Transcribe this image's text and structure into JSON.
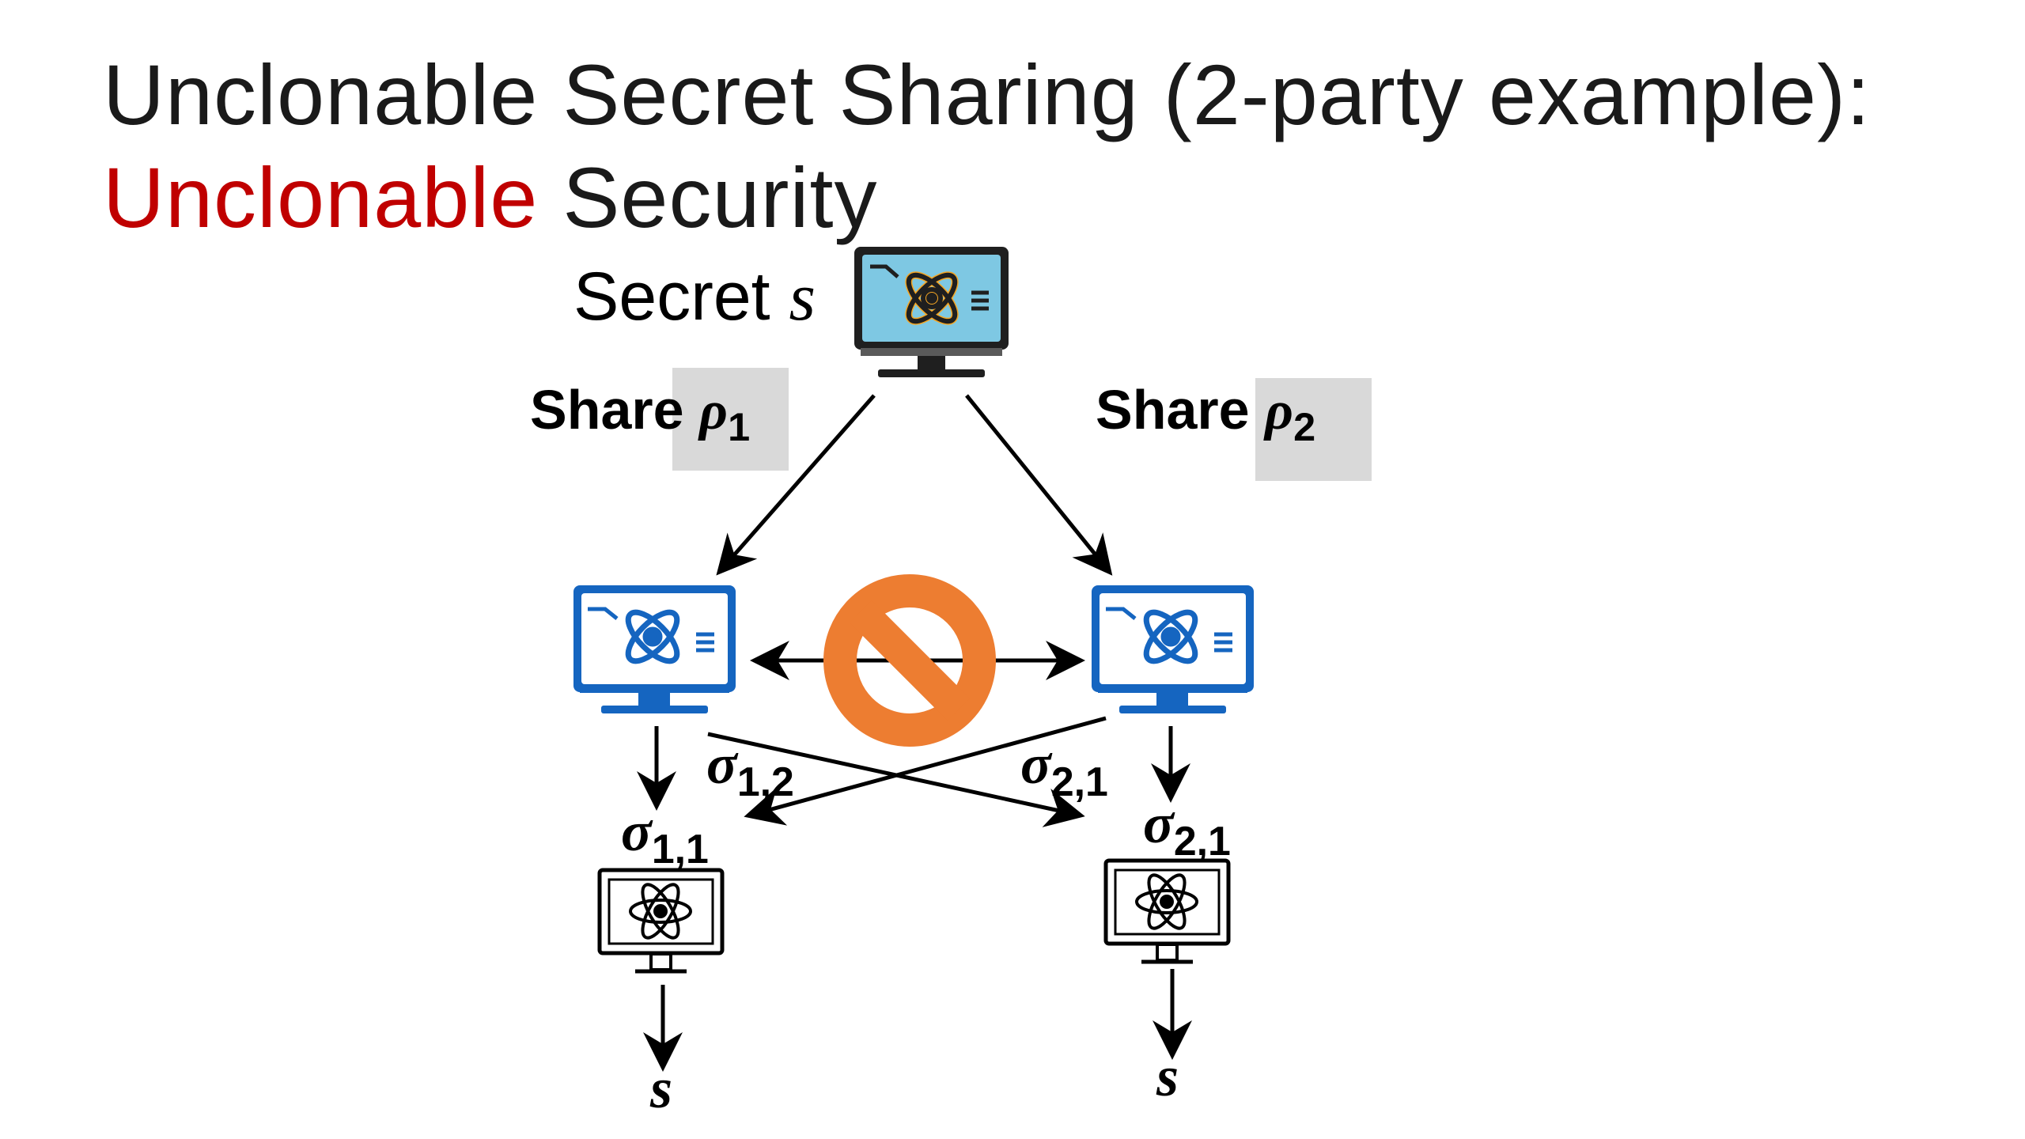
{
  "slide": {
    "title_line1": "Unclonable Secret Sharing (2-party example):",
    "title_highlight": "Unclonable",
    "title_line2_rest": " Security"
  },
  "labels": {
    "secret_word": "Secret ",
    "secret_var": "s",
    "share_word": "Share ",
    "rho": "ρ",
    "share1_sub": "1",
    "share2_sub": "2",
    "sigma": "σ",
    "sigma_12_sub": "1,2",
    "sigma_21_cross_sub": "2,1",
    "sigma_11_sub": "1,1",
    "sigma_21_sub": "2,1",
    "output_left": "s",
    "output_right": "s"
  },
  "colors": {
    "quantum_screen": "#7ec8e3",
    "quantum_frame": "#1f1f1f",
    "atom_orange": "#f5a623",
    "party_blue": "#1565c0",
    "party_screen": "#ffffff",
    "no_sign": "#ed7d31",
    "highlight": "#d9d9d9",
    "accent_red": "#c00000"
  },
  "icons": [
    "quantum-computer-icon",
    "party-computer-icon",
    "prohibited-icon",
    "classical-computer-icon"
  ]
}
